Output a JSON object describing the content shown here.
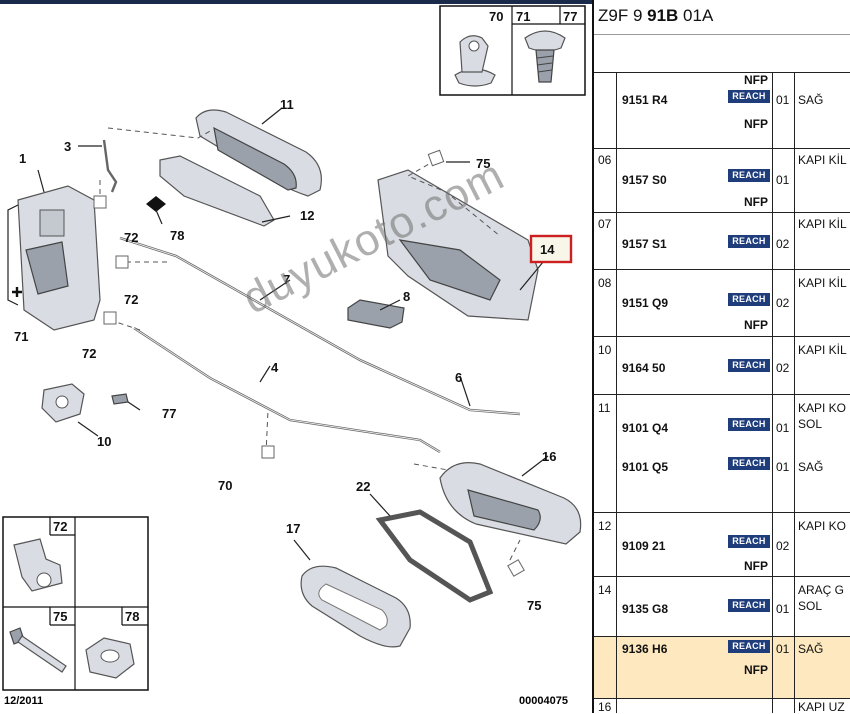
{
  "diagram": {
    "callouts": {
      "c1": "1",
      "c3": "3",
      "c4": "4",
      "c6": "6",
      "c7": "7",
      "c8": "8",
      "c10": "10",
      "c11": "11",
      "c12": "12",
      "c14": "14",
      "c16": "16",
      "c17": "17",
      "c22": "22",
      "c70": "70",
      "c71a": "71",
      "c72a": "72",
      "c72b": "72",
      "c72c": "72",
      "c75a": "75",
      "c75b": "75",
      "c77": "77",
      "c78": "78"
    },
    "inset_top": {
      "h70": "70",
      "h71": "71",
      "h77": "77"
    },
    "inset_bottom": {
      "h72": "72",
      "h75": "75",
      "h78": "78"
    },
    "highlight_color": "#cc1f1f",
    "watermark": "duyukoto.com",
    "footer_date": "12/2011",
    "footer_code": "00004075"
  },
  "panel": {
    "header_prefix": "Z9F 9 ",
    "header_bold": "91B",
    "header_suffix": " 01A",
    "reach_label": "REACH",
    "rows": [
      {
        "pos": "",
        "ref": "9151 R4",
        "nfp_top": "NFP",
        "nfp_bottom": "NFP",
        "qty": "01",
        "desc": "SAĞ"
      },
      {
        "pos": "06",
        "ref": "9157 S0",
        "nfp_bottom": "NFP",
        "qty": "01",
        "desc": "KAPI KİL"
      },
      {
        "pos": "07",
        "ref": "9157 S1",
        "qty": "02",
        "desc": "KAPI KİL"
      },
      {
        "pos": "08",
        "ref": "9151 Q9",
        "nfp_bottom": "NFP",
        "qty": "02",
        "desc": "KAPI KİL"
      },
      {
        "pos": "10",
        "ref": "9164 50",
        "qty": "02",
        "desc": "KAPI KİL"
      },
      {
        "pos": "11",
        "ref": "9101 Q4",
        "qty": "01",
        "desc": "KAPI KO",
        "desc2": "SOL",
        "ref2": "9101 Q5",
        "qty2": "01",
        "desc3": "SAĞ"
      },
      {
        "pos": "12",
        "ref": "9109 21",
        "nfp_bottom": "NFP",
        "qty": "02",
        "desc": "KAPI KO"
      },
      {
        "pos": "14",
        "ref": "9135 G8",
        "qty": "01",
        "desc": "ARAÇ G",
        "desc2": "SOL"
      },
      {
        "pos": "",
        "ref": "9136 H6",
        "nfp_bottom": "NFP",
        "qty": "01",
        "desc": "SAĞ"
      },
      {
        "pos": "16",
        "desc": "KAPI UZ"
      }
    ]
  }
}
